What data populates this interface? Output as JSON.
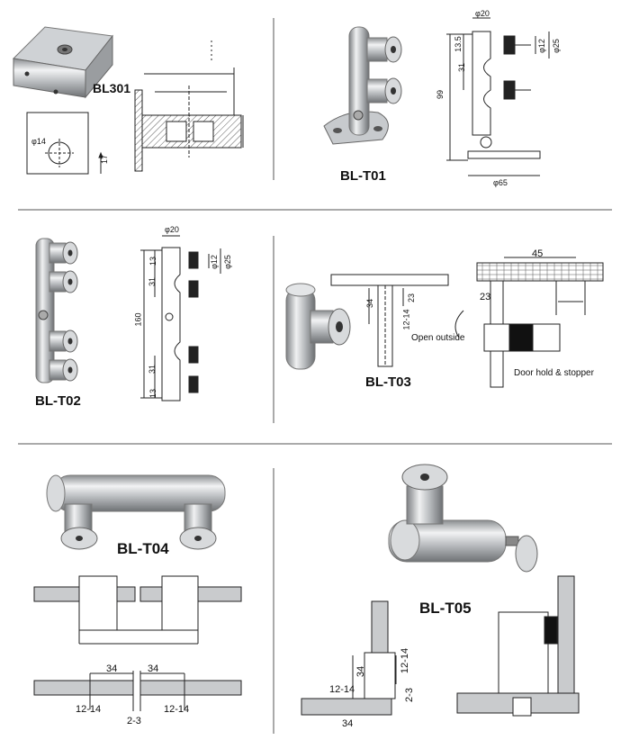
{
  "products": {
    "bl301": {
      "label": "BL301",
      "dims": {
        "hole": "φ14",
        "offset": "17"
      }
    },
    "blt01": {
      "label": "BL-T01",
      "dims": {
        "d20": "φ20",
        "h13": "13.5",
        "h31": "31",
        "h99": "99",
        "d12": "φ12",
        "d25": "φ25",
        "d65": "φ65"
      }
    },
    "blt02": {
      "label": "BL-T02",
      "dims": {
        "d20": "φ20",
        "h13a": "13",
        "h31a": "31",
        "h160": "160",
        "h31b": "31",
        "h13b": "13",
        "d12": "φ12",
        "d25": "φ25"
      }
    },
    "blt03": {
      "label": "BL-T03",
      "dims": {
        "d34": "34",
        "d23a": "23",
        "d1214": "12-14",
        "d45": "45",
        "d23b": "23"
      },
      "notes": {
        "open": "Open outside",
        "door": "Door hold & stopper"
      }
    },
    "blt04": {
      "label": "BL-T04",
      "dims": {
        "a34": "34",
        "b34": "34",
        "a1214": "12-14",
        "gap": "2-3",
        "b1214": "12-14"
      }
    },
    "blt05": {
      "label": "BL-T05",
      "dims": {
        "v34": "34",
        "v1214": "12-14",
        "h1214": "12-14",
        "gap": "2-3",
        "b34": "34"
      }
    }
  }
}
